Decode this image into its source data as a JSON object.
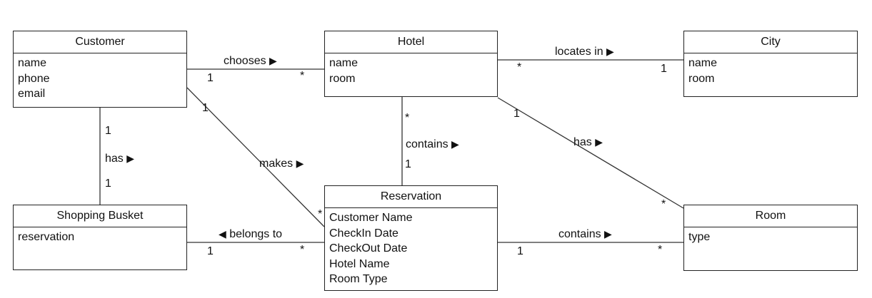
{
  "classes": {
    "customer": {
      "name": "Customer",
      "attributes": [
        "name",
        "phone",
        "email"
      ]
    },
    "hotel": {
      "name": "Hotel",
      "attributes": [
        "name",
        "room"
      ]
    },
    "city": {
      "name": "City",
      "attributes": [
        "name",
        "room"
      ]
    },
    "shopping_busket": {
      "name": "Shopping Busket",
      "attributes": [
        "reservation"
      ]
    },
    "reservation": {
      "name": "Reservation",
      "attributes": [
        "Customer Name",
        "CheckIn Date",
        "CheckOut Date",
        "Hotel Name",
        "Room Type"
      ]
    },
    "room": {
      "name": "Room",
      "attributes": [
        "type"
      ]
    }
  },
  "associations": {
    "chooses": {
      "label": "chooses",
      "source_mult": "1",
      "target_mult": "*"
    },
    "locates_in": {
      "label": "locates in",
      "source_mult": "*",
      "target_mult": "1"
    },
    "has_customer": {
      "label": "has",
      "source_mult": "1",
      "target_mult": "1"
    },
    "makes": {
      "label": "makes",
      "source_mult": "1",
      "target_mult": "*"
    },
    "contains_hotel": {
      "label": "contains",
      "source_mult": "*",
      "target_mult": "1"
    },
    "has_hotel": {
      "label": "has",
      "source_mult": "1",
      "target_mult": "*"
    },
    "belongs_to": {
      "label": "belongs to",
      "source_mult": "1",
      "target_mult": "*"
    },
    "contains_room": {
      "label": "contains",
      "source_mult": "1",
      "target_mult": "*"
    }
  }
}
